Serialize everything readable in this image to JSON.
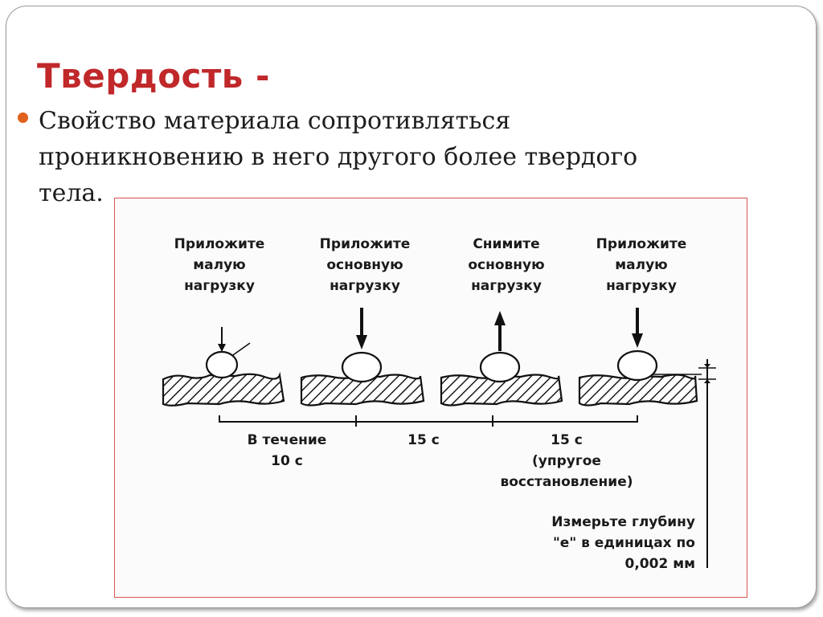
{
  "slide": {
    "title": "Твердость -",
    "bullet": {
      "lines": [
        "Свойство материала сопротивляться",
        "проникновению в него другого более твердого",
        "тела."
      ]
    }
  },
  "diagram": {
    "steps": [
      {
        "label": [
          "Приложите",
          "малую",
          "нагрузку"
        ],
        "arrow": "down-small"
      },
      {
        "label": [
          "Приложите",
          "основную",
          "нагрузку"
        ],
        "arrow": "down-large"
      },
      {
        "label": [
          "Снимите",
          "основную",
          "нагрузку"
        ],
        "arrow": "up-large"
      },
      {
        "label": [
          "Приложите",
          "малую",
          "нагрузку"
        ],
        "arrow": "down-large"
      }
    ],
    "durations": [
      {
        "lines": [
          "В течение",
          "10 с"
        ]
      },
      {
        "lines": [
          "15 с"
        ]
      },
      {
        "lines": [
          "15 с",
          "(упругое",
          "восстановление)"
        ]
      }
    ],
    "measure": {
      "lines": [
        "Измерьте глубину",
        "\"е\" в единицах по",
        "0,002 мм"
      ]
    }
  }
}
